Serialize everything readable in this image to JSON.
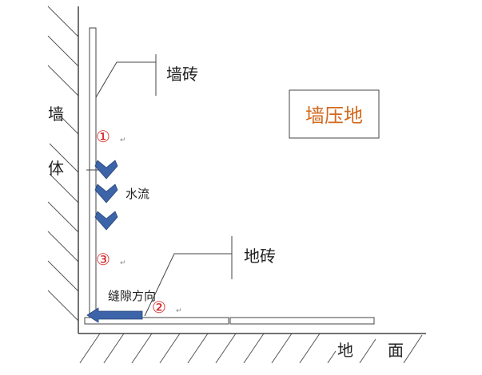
{
  "labels": {
    "wall_char_1": "墙",
    "wall_char_2": "体",
    "wall_tile": "墙砖",
    "floor_tile": "地砖",
    "water_flow": "水流",
    "gap_direction": "缝隙方向",
    "ground_char_1": "地",
    "ground_char_2": "面",
    "title_box": "墙压地"
  },
  "markers": {
    "one": "①",
    "two": "②",
    "three": "③",
    "para_mark": "↵"
  },
  "colors": {
    "line": "#444444",
    "marker_red": "#d42020",
    "arrow_blue": "#3d64a8",
    "box_text": "#d2691e"
  }
}
